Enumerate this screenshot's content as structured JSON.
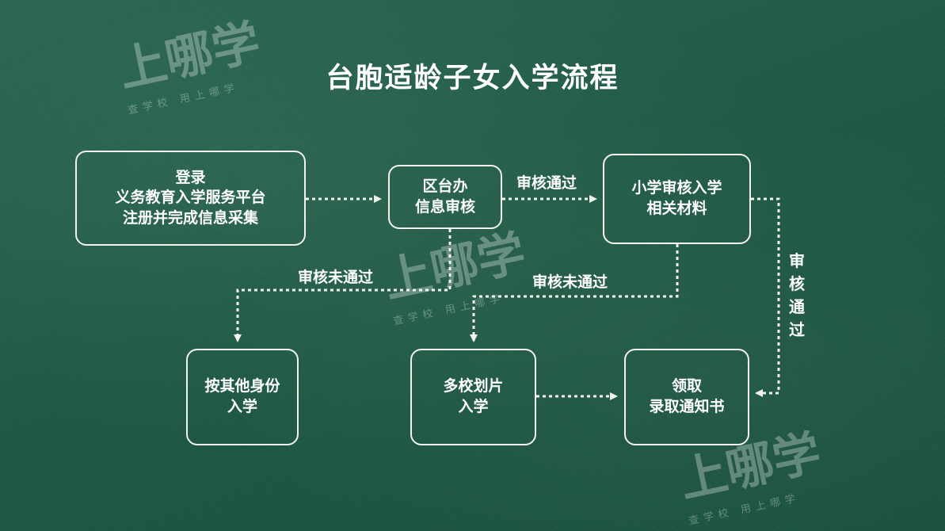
{
  "title": "台胞适龄子女入学流程",
  "nodes": {
    "register": [
      "登录",
      "义务教育入学服务平台",
      "注册并完成信息采集"
    ],
    "district_review": [
      "区台办",
      "信息审核"
    ],
    "school_review": [
      "小学审核入学",
      "相关材料"
    ],
    "other_identity": [
      "按其他身份",
      "入学"
    ],
    "multi_school": [
      "多校划片",
      "入学"
    ],
    "notice": [
      "领取",
      "录取通知书"
    ]
  },
  "edge_labels": {
    "district_pass": "审核通过",
    "district_fail": "审核未通过",
    "school_fail": "审核未通过",
    "school_pass_vertical": [
      "审",
      "核",
      "通",
      "过"
    ]
  },
  "watermark": {
    "brand": "上哪学",
    "slogan": "查学校  用上哪学"
  },
  "colors": {
    "board": "#1f5a45",
    "chalk": "#f3f3ee"
  }
}
